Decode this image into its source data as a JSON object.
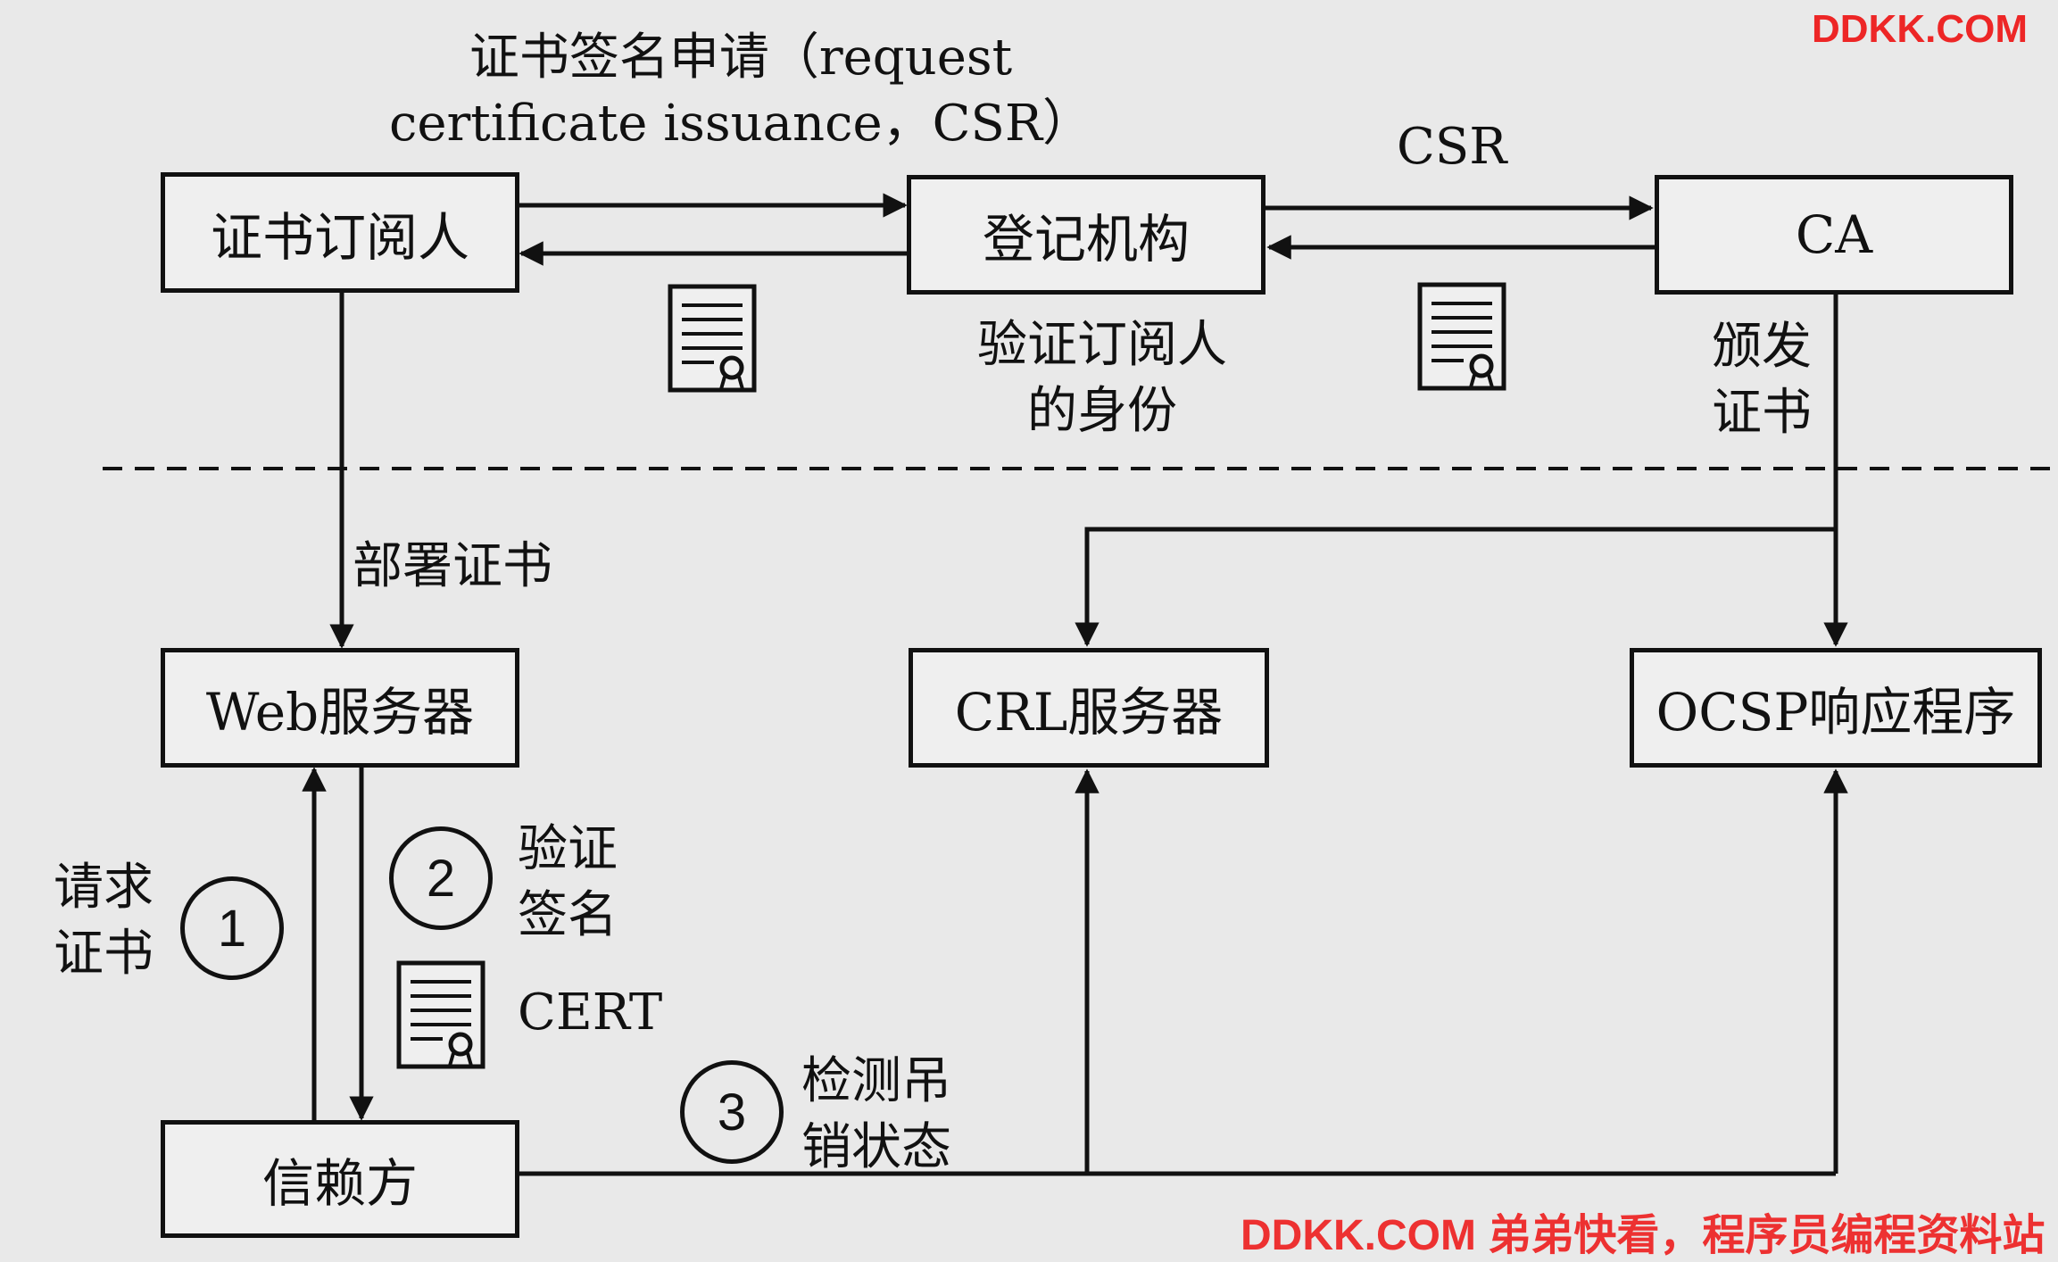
{
  "nodes": {
    "subscriber": "证书订阅人",
    "ra": "登记机构",
    "ca": "CA",
    "web_server": "Web服务器",
    "crl_server": "CRL服务器",
    "ocsp": "OCSP响应程序",
    "relying_party": "信赖方"
  },
  "edge_labels": {
    "csr_request_line1": "证书签名申请（request",
    "csr_request_line2": "certificate issuance，CSR）",
    "csr": "CSR",
    "verify_identity_line1": "验证订阅人",
    "verify_identity_line2": "的身份",
    "issue_cert_line1": "颁发",
    "issue_cert_line2": "证书",
    "deploy_cert": "部署证书",
    "request_cert_line1": "请求",
    "request_cert_line2": "证书",
    "verify_sig_line1": "验证",
    "verify_sig_line2": "签名",
    "cert": "CERT",
    "check_revocation_line1": "检测吊",
    "check_revocation_line2": "销状态"
  },
  "steps": [
    "1",
    "2",
    "3"
  ],
  "icons": {
    "certificate": "certificate-document-icon"
  },
  "watermark": {
    "top": "DDKK.COM",
    "bottom": "DDKK.COM 弟弟快看，程序员编程资料站"
  },
  "colors": {
    "line": "#111111",
    "background": "#e9e9e9",
    "watermark": "#e11111"
  }
}
